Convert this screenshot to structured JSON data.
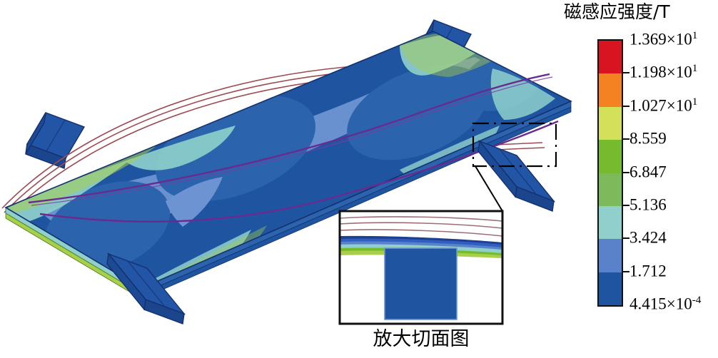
{
  "figure": {
    "kind": "fem-magnetic-flux-density-contour",
    "background_color": "#ffffff"
  },
  "colorbar": {
    "title": "磁感应强度/T",
    "unit": "T",
    "quantity": "磁感应强度",
    "labels": [
      {
        "mantissa": "1.369",
        "exponent": "1",
        "has_exponent": true,
        "text": "1.369×10¹"
      },
      {
        "mantissa": "1.198",
        "exponent": "1",
        "has_exponent": true,
        "text": "1.198×10¹"
      },
      {
        "mantissa": "1.027",
        "exponent": "1",
        "has_exponent": true,
        "text": "1.027×10¹"
      },
      {
        "mantissa": "8.559",
        "exponent": "",
        "has_exponent": false,
        "text": "8.559"
      },
      {
        "mantissa": "6.847",
        "exponent": "",
        "has_exponent": false,
        "text": "6.847"
      },
      {
        "mantissa": "5.136",
        "exponent": "",
        "has_exponent": false,
        "text": "5.136"
      },
      {
        "mantissa": "3.424",
        "exponent": "",
        "has_exponent": false,
        "text": "3.424"
      },
      {
        "mantissa": "1.712",
        "exponent": "",
        "has_exponent": false,
        "text": "1.712"
      },
      {
        "mantissa": "4.415",
        "exponent": "-4",
        "has_exponent": true,
        "text": "4.415×10⁻⁴"
      }
    ],
    "band_colors": [
      "#d81420",
      "#f58220",
      "#d3e05a",
      "#76bb2e",
      "#7cba5c",
      "#8fd0cc",
      "#5a82ca",
      "#1f55a0"
    ],
    "band_count": 8,
    "border_color": "#111111",
    "tick_color": "#111111"
  },
  "inset": {
    "caption": "放大切面图",
    "border_color": "#111111",
    "background_color": "#ffffff",
    "core_color": "#1f55a0",
    "wire_color": "#9c6f77",
    "layer_colors": [
      "#1f3f8f",
      "#2f5fc0",
      "#5a82ca",
      "#8fd0cc",
      "#76bb2e",
      "#a8cf4a"
    ]
  },
  "callout": {
    "box_style": "dashed",
    "box_color": "#000000",
    "leader_color": "#000000"
  },
  "model": {
    "description": "3D plate with posts and coil windings, magnetic flux density contour",
    "plate_top_colors": [
      "#1f55a0",
      "#2b63ac",
      "#6e93d2",
      "#8fd0cc",
      "#a8cf4a"
    ],
    "plate_edge_color": "#14316f",
    "post_color": "#2355a6",
    "post_shade_color": "#1b458c",
    "coil_wire_color": "#9c4b52",
    "surface_wire_color": "#6a2a8f",
    "outline_color": "#111111"
  }
}
